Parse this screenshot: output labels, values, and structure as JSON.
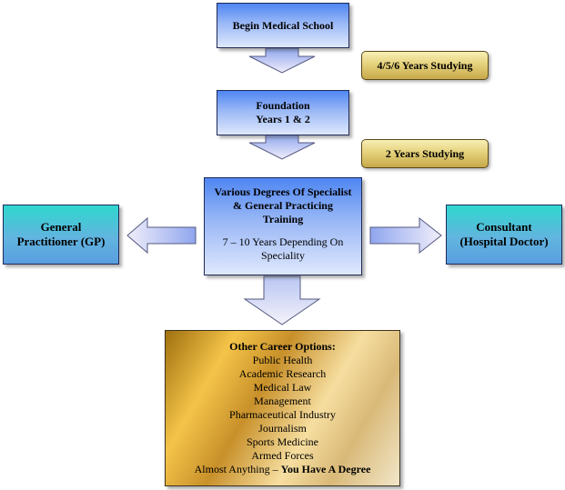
{
  "nodes": {
    "begin": "Begin Medical School",
    "foundation_line1": "Foundation",
    "foundation_line2": "Years 1 & 2",
    "training_title": "Various Degrees Of Specialist & General Practicing Training",
    "training_sub": "7 – 10 Years Depending On Speciality",
    "gp": "General Practitioner (GP)",
    "consultant": "Consultant (Hospital Doctor)"
  },
  "durations": {
    "study_1": "4/5/6 Years Studying",
    "study_2": "2 Years Studying"
  },
  "other_options": {
    "title": "Other Career Options:",
    "items": [
      "Public Health",
      "Academic Research",
      "Medical Law",
      "Management",
      "Pharmaceutical Industry",
      "Journalism",
      "Sports Medicine",
      "Armed Forces"
    ],
    "last_prefix": "Almost Anything – ",
    "last_emphasis": "You Have A Degree"
  },
  "colors": {
    "blue_box": "#4f86f2",
    "teal_box": "#2fd7cf",
    "gold_box": "#e5d27c",
    "arrow_fill": "#dcd7f2"
  }
}
